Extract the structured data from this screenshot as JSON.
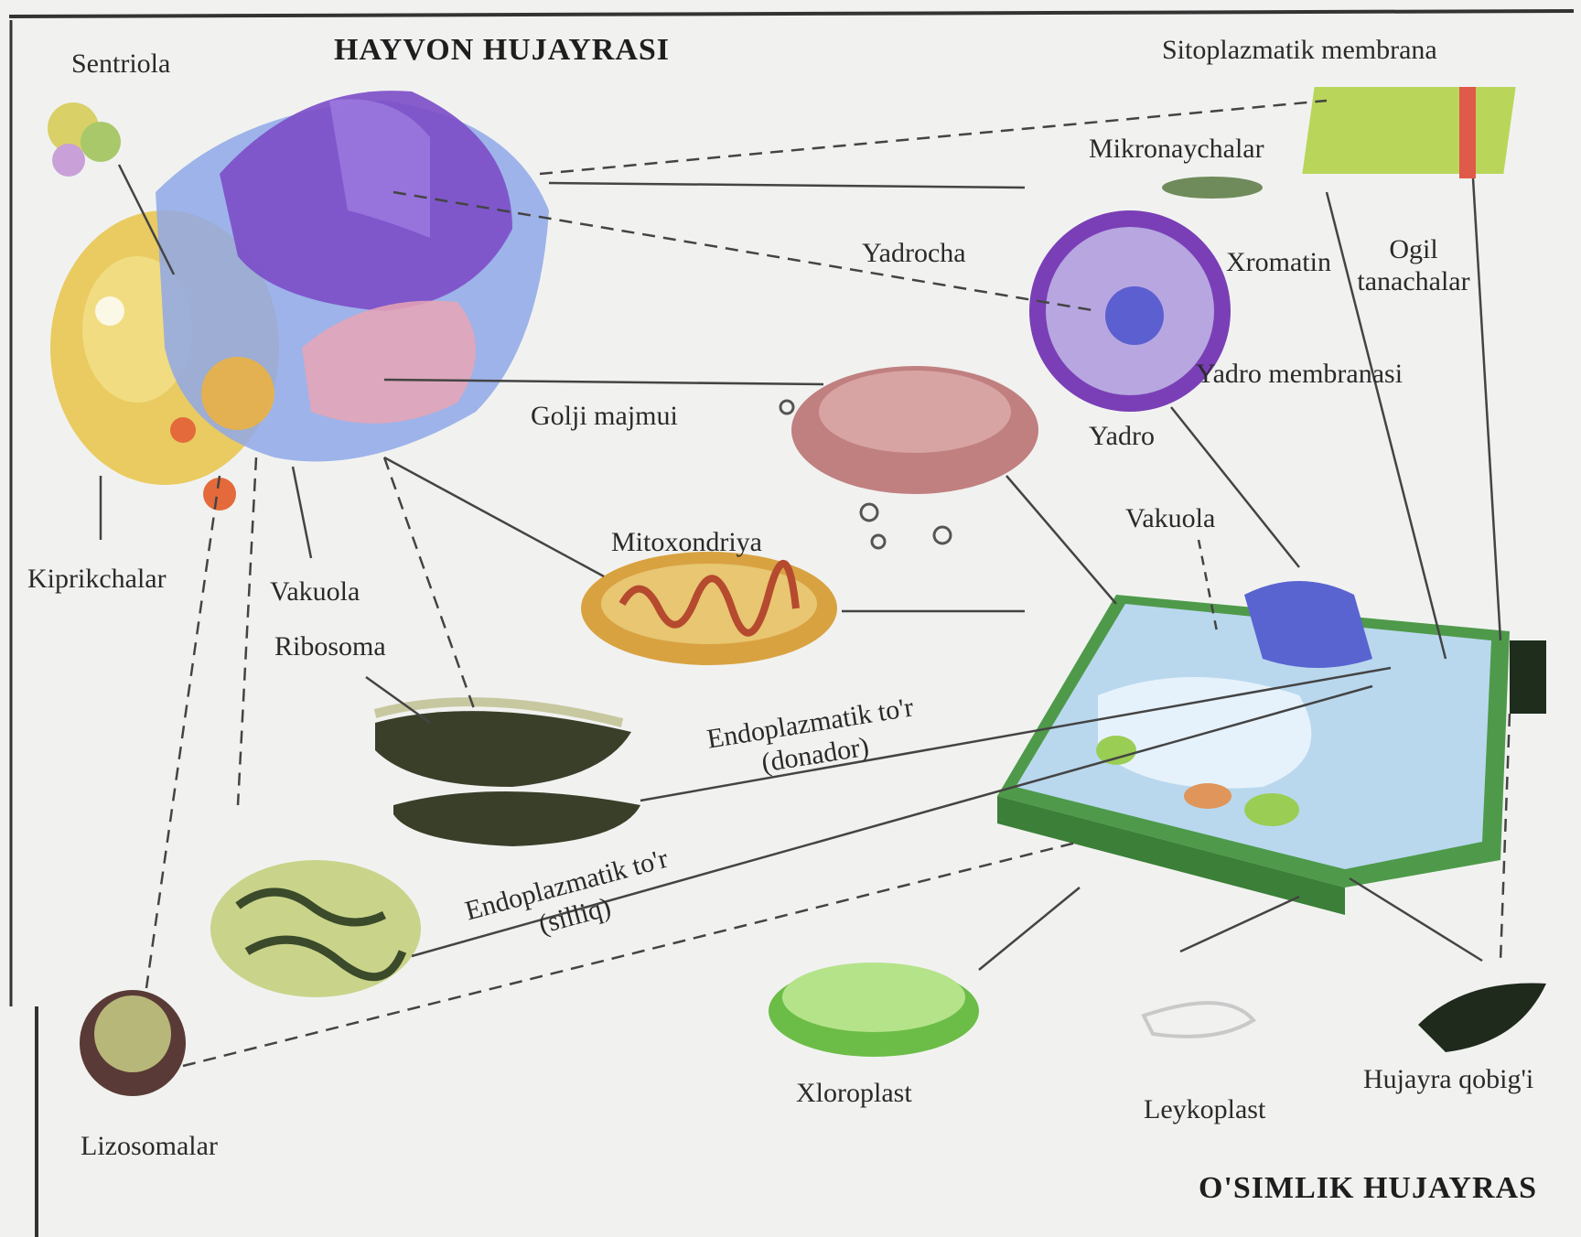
{
  "titles": {
    "animal": "HAYVON HUJAYRASI",
    "plant": "O'SIMLIK HUJAYRAS"
  },
  "labels": {
    "sentriola": "Sentriola",
    "sitoplazmatik_membrana": "Sitoplazmatik membrana",
    "mikronaychalar": "Mikronaychalar",
    "yadrocha": "Yadrocha",
    "xromatin": "Xromatin",
    "ogil_tanachalar": "Ogil tanachalar",
    "yadro_membranasi": "Yadro membranasi",
    "yadro": "Yadro",
    "golji_majmui": "Golji majmui",
    "vakuola_plant": "Vakuola",
    "mitoxondriya": "Mitoxondriya",
    "kiprikchalar": "Kiprikchalar",
    "vakuola_animal": "Vakuola",
    "ribosoma": "Ribosoma",
    "endoplazmatik_dona": "Endoplazmatik to'r (donador)",
    "endoplazmatik_silliq": "Endoplazmatik to'r (silliq)",
    "lizosomalar": "Lizosomalar",
    "xloroplast": "Xloroplast",
    "leykoplast": "Leykoplast",
    "hujayra_qobigi": "Hujayra qobig'i"
  },
  "colors": {
    "nucleus": "#7a4fc4",
    "cytoplasm": "#e9c24c",
    "golgi": "#c98a8a",
    "mitochondria": "#d9a241",
    "chloroplast": "#8bcf5a",
    "plant_wall": "#4f9a48"
  }
}
